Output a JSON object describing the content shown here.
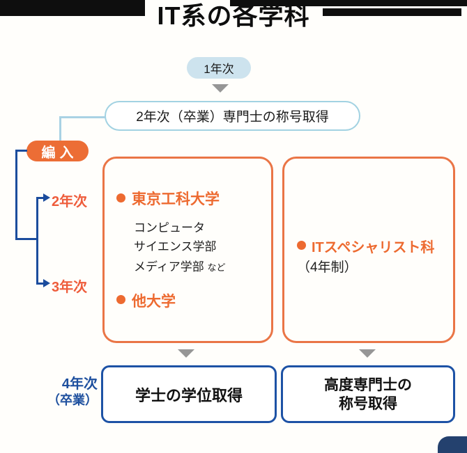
{
  "title": "IT系の各学科",
  "flow": {
    "year1": "1年次",
    "year2_attainment": "2年次（卒業）専門士の称号取得",
    "transfer": "編入",
    "transfer_targets": [
      {
        "label": "2年次"
      },
      {
        "label": "3年次"
      }
    ],
    "university_box": {
      "item1": "東京工科大学",
      "detail1": "コンピュータ",
      "detail2": "サイエンス学部",
      "detail3": "メディア学部",
      "detail3_suffix": "など",
      "item2": "他大学"
    },
    "specialist_box": {
      "item1": "ITスペシャリスト科",
      "detail1": "（4年制）"
    },
    "year4_line1": "4年次",
    "year4_line2": "（卒業）",
    "outcome_left": "学士の学位取得",
    "outcome_right_line1": "高度専門士の",
    "outcome_right_line2": "称号取得"
  },
  "colors": {
    "orange_fill": "#ec6d35",
    "orange_border": "#ea7546",
    "orange_text": "#ed6a30",
    "orange_year_label": "#ee5c3b",
    "navy_line": "#1b4c9d",
    "navy_box_border": "#1d52a5",
    "navy_text": "#1d4f9e",
    "navy_corner_accent": "#24416e",
    "light_blue_pill_fill": "#cde3ee",
    "light_blue_pill_border": "#a2d2e2",
    "light_blue_connector": "#a9d2e4",
    "arrow_gray": "#969696",
    "title_black": "#0e0e0e"
  }
}
